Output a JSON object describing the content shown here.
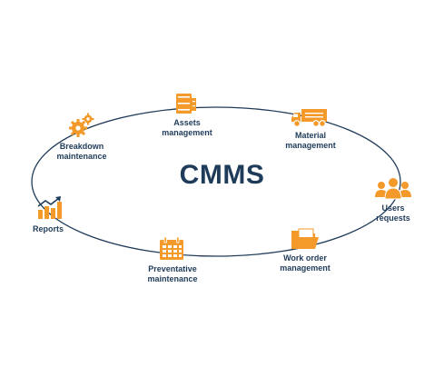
{
  "center_title": "CMMS",
  "colors": {
    "navy": "#1f3b5a",
    "orange": "#f39a2a"
  },
  "modules": [
    {
      "id": "assets",
      "icon": "file-cabinet-icon",
      "lines": [
        "Assets",
        "management"
      ]
    },
    {
      "id": "material",
      "icon": "delivery-truck-icon",
      "lines": [
        "Material",
        "management"
      ]
    },
    {
      "id": "users",
      "icon": "users-group-icon",
      "lines": [
        "Users",
        "requests"
      ]
    },
    {
      "id": "workorder",
      "icon": "folder-icon",
      "lines": [
        "Work order",
        "management"
      ]
    },
    {
      "id": "preventative",
      "icon": "calendar-icon",
      "lines": [
        "Preventative",
        "maintenance"
      ]
    },
    {
      "id": "reports",
      "icon": "bar-chart-icon",
      "lines": [
        "Reports"
      ]
    },
    {
      "id": "breakdown",
      "icon": "gears-icon",
      "lines": [
        "Breakdown",
        "maintenance"
      ]
    }
  ]
}
